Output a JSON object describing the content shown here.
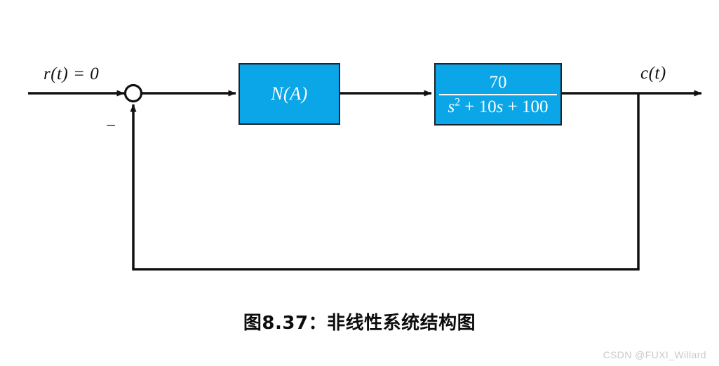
{
  "figure": {
    "caption": "图8.37：非线性系统结构图",
    "watermark": "CSDN @FUXI_Willard",
    "background_color": "#ffffff",
    "line_color": "#111111"
  },
  "signals": {
    "input_label": "r(t) = 0",
    "output_label": "c(t)",
    "feedback_sign": "−"
  },
  "blocks": {
    "nonlinearity": {
      "label": "N(A)",
      "fill_color": "#0ba6e8",
      "border_color": "#1b2430",
      "text_color": "#ffffff"
    },
    "transfer_function": {
      "numerator": "70",
      "denominator_term1": "s",
      "denominator_exponent": "2",
      "denominator_rest": " + 10",
      "denominator_var2": "s",
      "denominator_tail": " + 100",
      "denominator_plain": "s² + 10s + 100",
      "expression": "70 / (s² + 10s + 100)",
      "fill_color": "#0ba6e8",
      "border_color": "#1b2430",
      "text_color": "#ffffff"
    }
  },
  "summing_junction": {
    "name": "summing-junction",
    "shape": "circle",
    "fill": "#ffffff",
    "stroke": "#111111"
  }
}
